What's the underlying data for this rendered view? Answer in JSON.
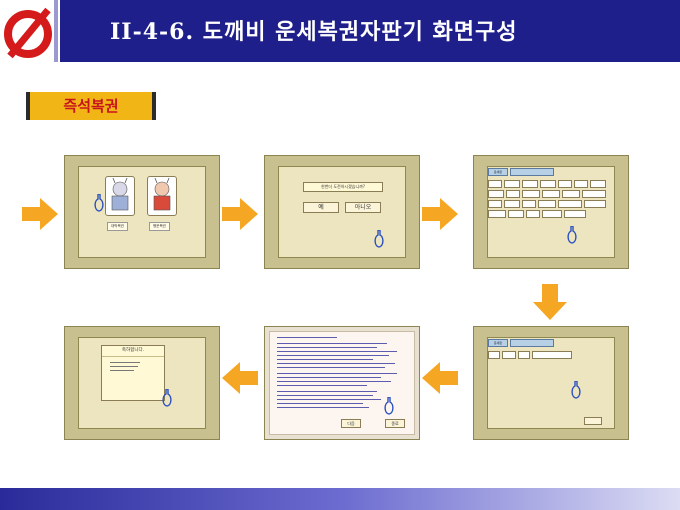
{
  "header": {
    "title": "II-4-6. 도깨비 운세복권자판기 화면구성"
  },
  "section": {
    "label": "즉석복권"
  },
  "screen1": {
    "label_left": "대박복권",
    "label_right": "행운복권"
  },
  "screen2": {
    "question": "한번더 도전하시겠습니까?",
    "yes": "예",
    "no": "아니오"
  },
  "screen3": {
    "header": "운세판"
  },
  "screen4": {
    "header": "운세판"
  },
  "screen5": {
    "prev": "다음",
    "next": "종료"
  },
  "screen6": {
    "title": "축하합니다."
  },
  "colors": {
    "header_bg": "#1f1f8c",
    "label_bg": "#f2b516",
    "label_text": "#c8141c",
    "arrow": "#f5a623",
    "bottle": "#2a4fc0"
  },
  "icons": {
    "arrow": "arrow-right-icon",
    "bottle": "bottle-icon",
    "logo": "logo-icon"
  }
}
